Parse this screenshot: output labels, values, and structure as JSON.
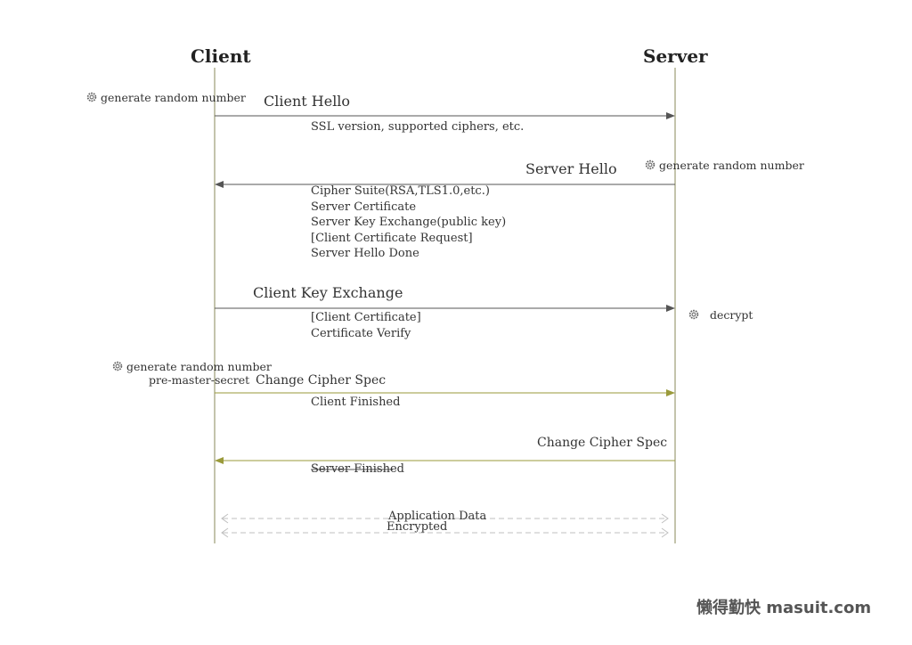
{
  "lifelines": {
    "client": "Client",
    "server": "Server"
  },
  "messages": {
    "client_hello": {
      "label": "Client Hello",
      "details": [
        "SSL version, supported ciphers, etc."
      ]
    },
    "server_hello": {
      "label": "Server Hello",
      "details": [
        "Cipher Suite(RSA,TLS1.0,etc.)",
        "Server Certificate",
        "Server Key Exchange(public key)",
        "[Client Certificate Request]",
        "Server Hello Done"
      ]
    },
    "client_key_exchange": {
      "label": "Client Key Exchange",
      "details": [
        "[Client Certificate]",
        "Certificate Verify"
      ]
    },
    "client_change_cipher": {
      "label": "Change Cipher Spec",
      "details": [
        "Client Finished"
      ]
    },
    "server_change_cipher": {
      "label": "Change Cipher Spec",
      "details": [
        "Server Finished"
      ]
    },
    "application_data": {
      "line1": "Application Data",
      "line2": "Encrypted"
    }
  },
  "notes": {
    "client_random_1": "generate random number",
    "server_random": "generate random number",
    "server_decrypt": "decrypt",
    "client_random_2": "generate random number",
    "client_premaster": "pre-master-secret"
  },
  "watermark": {
    "text": "懒得勤快 masuit.com"
  },
  "colors": {
    "lifeline": "#8a8a5a",
    "arrow_plain": "#555555",
    "arrow_cipher": "#9a9a3a",
    "dashed": "#bfbfbf"
  },
  "icons": {
    "note": "gear-icon"
  }
}
